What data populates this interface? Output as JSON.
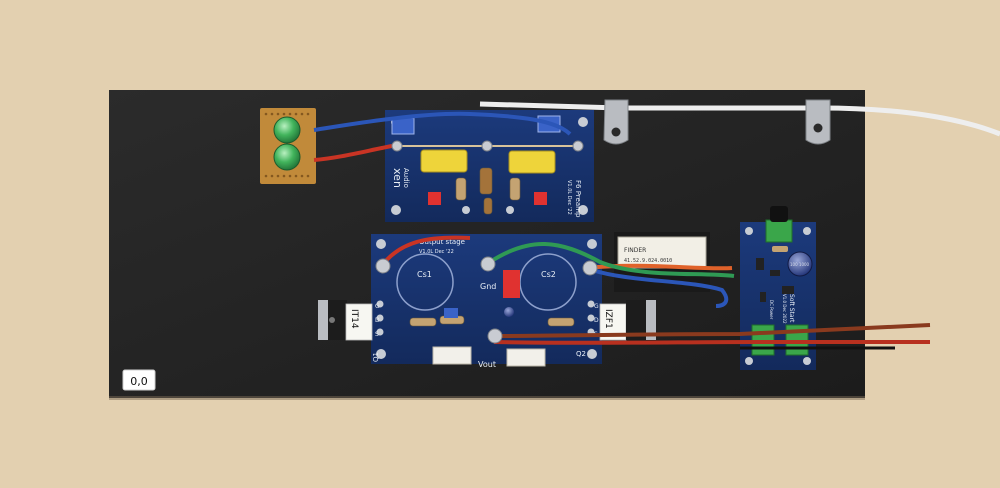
{
  "colors": {
    "surface": "#e7d4b6",
    "base_board": "#232323",
    "pcb": "#17306a",
    "wire_red": "#c93424",
    "wire_blue": "#2b56b8",
    "wire_green": "#2f9a54",
    "wire_orange": "#e0622a",
    "wire_brown": "#8a3a1e",
    "wire_white": "#eeeeee",
    "cap_yellow": "#eed43a",
    "cap_green": "#42b45c",
    "terminal_green": "#3aa64a",
    "relay_white": "#f2efe6",
    "trimpot_blue": "#3a63c8"
  },
  "labels": {
    "corner_tag": "0,0",
    "preamp": {
      "brand_top": "xen",
      "brand_bottom": "Audio",
      "title": "F6 Preamp",
      "version": "V1.0L Dec '22"
    },
    "output": {
      "title": "Output stage",
      "version": "V1.0L  Dec '22",
      "cs1": "Cs1",
      "cs2": "Cs2",
      "gnd": "Gnd",
      "vout": "Vout",
      "q1": "Q1",
      "q2": "Q2",
      "pin_g": "G",
      "pin_d": "D",
      "pin_s": "S"
    },
    "relay": {
      "brand": "FINDER",
      "code": "41.52.9.024.0010"
    },
    "transistor_left": "IT14",
    "transistor_right": "IZF1",
    "softstart": {
      "title": "Soft Start",
      "version": "V1.0 Dec 2022",
      "dc_label": "DC Power"
    },
    "cap_small": "100 1000"
  }
}
